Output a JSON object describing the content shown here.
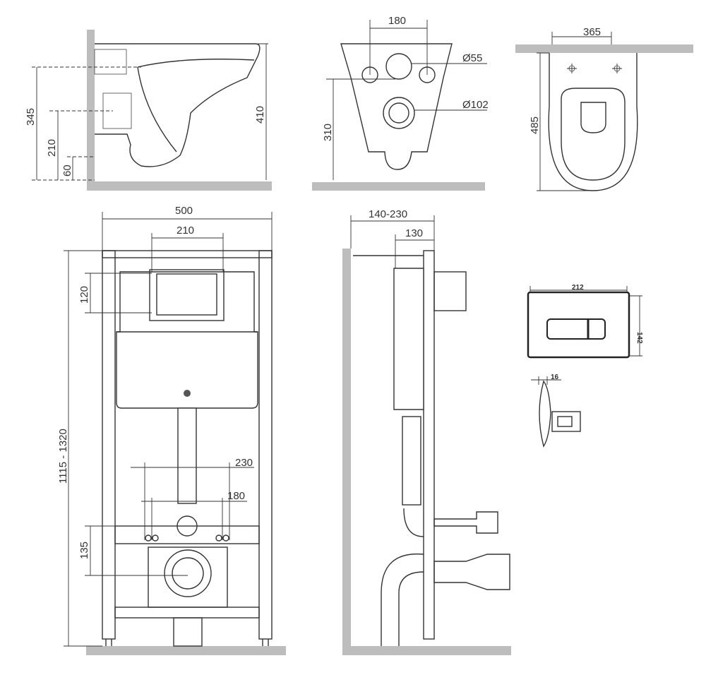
{
  "side_view": {
    "d_345": "345",
    "d_210": "210",
    "d_60": "60",
    "d_410": "410"
  },
  "bottom_view": {
    "d_180": "180",
    "d_55": "Ø55",
    "d_102": "Ø102",
    "d_310": "310"
  },
  "top_view": {
    "d_365": "365",
    "d_485": "485"
  },
  "frame_front": {
    "d_500": "500",
    "d_210": "210",
    "d_120": "120",
    "d_height": "1115 - 1320",
    "d_230": "230",
    "d_180": "180",
    "d_135": "135"
  },
  "frame_side": {
    "d_140_230": "140-230",
    "d_130": "130"
  },
  "flush_plate": {
    "d_212": "212",
    "d_142": "142",
    "d_16": "16"
  }
}
